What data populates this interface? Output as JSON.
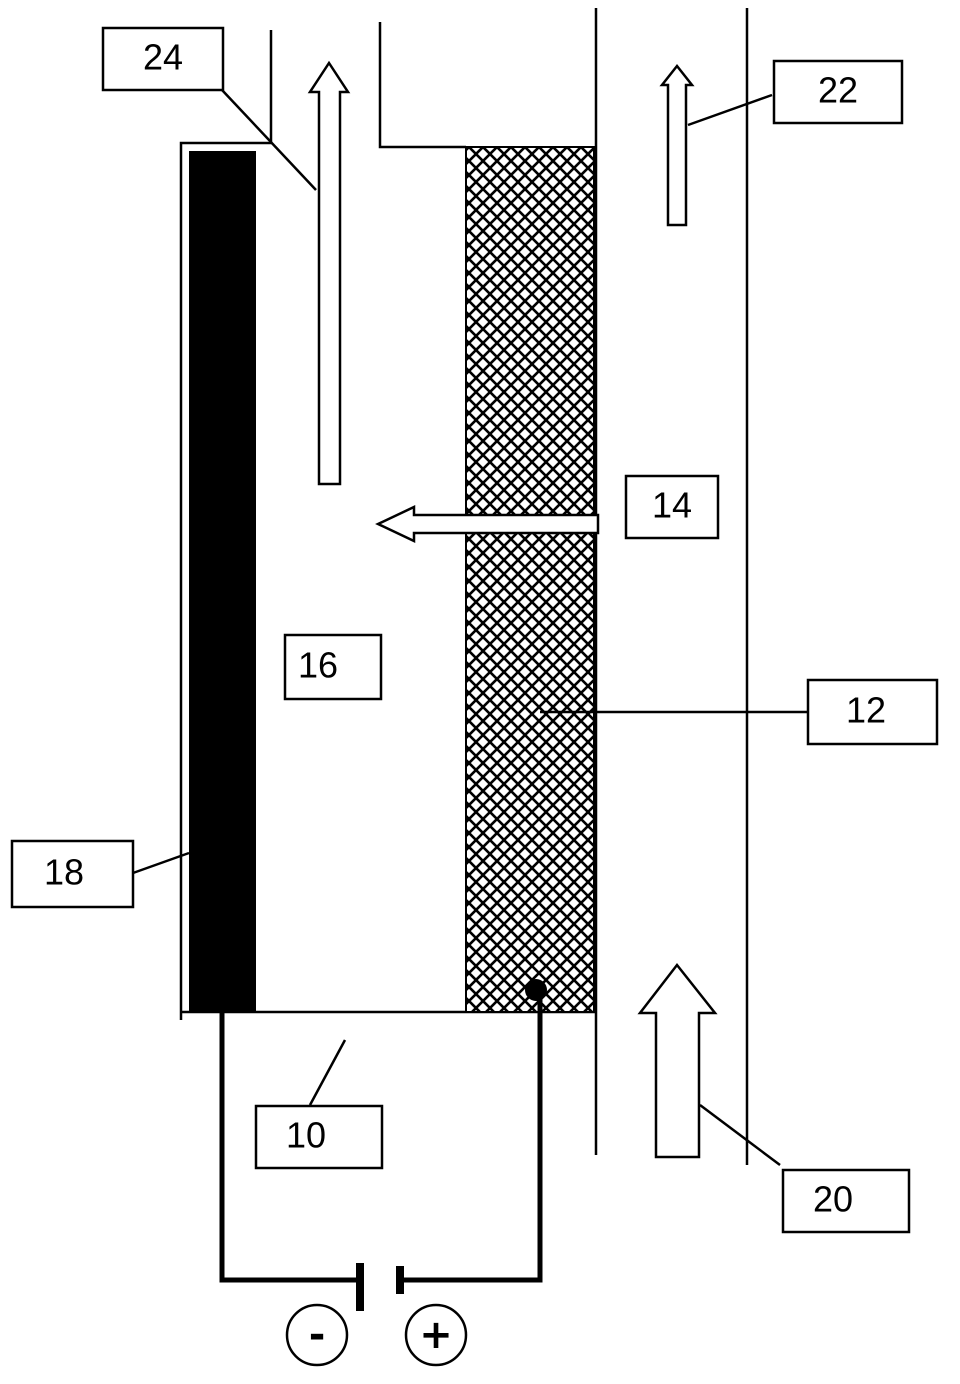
{
  "labels": {
    "l10": "10",
    "l12": "12",
    "l14": "14",
    "l16": "16",
    "l18": "18",
    "l20": "20",
    "l22": "22",
    "l24": "24"
  },
  "polarity": {
    "negative": "-",
    "positive": "+"
  },
  "colors": {
    "line": "#000000",
    "background": "#ffffff",
    "electrode": "#000000"
  },
  "icons": {
    "mesh_membrane": "crosshatch-pattern",
    "battery": "battery-symbol"
  }
}
